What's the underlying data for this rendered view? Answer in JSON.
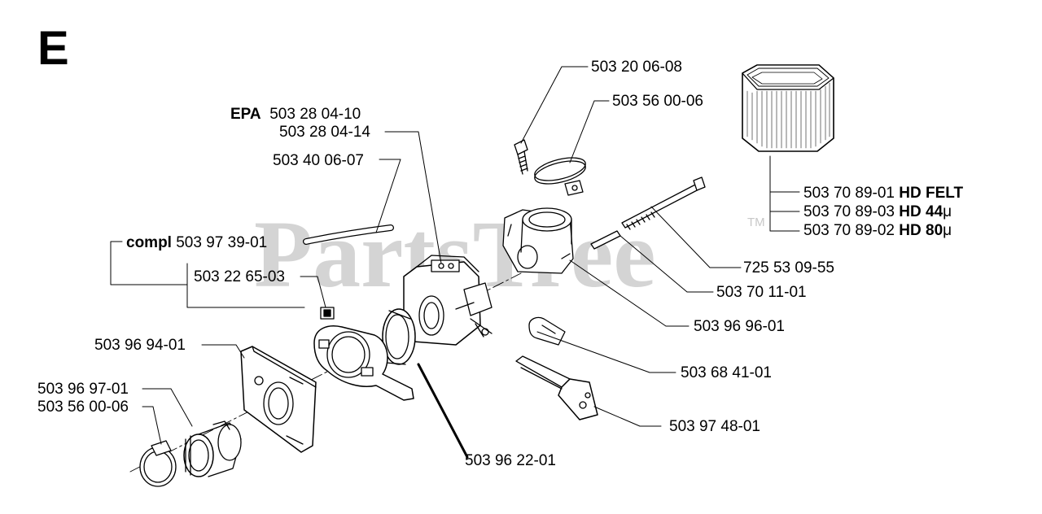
{
  "diagram": {
    "section_letter": "E",
    "watermark": {
      "text": "PartsTree",
      "trademark": "TM"
    },
    "labels": [
      {
        "id": "l1",
        "prefix": "",
        "code": "503 20 06-08",
        "suffix": ""
      },
      {
        "id": "l2",
        "prefix": "",
        "code": "503 56 00-06",
        "suffix": ""
      },
      {
        "id": "l3",
        "prefix": "EPA",
        "code": "503 28 04-10",
        "suffix": ""
      },
      {
        "id": "l4",
        "prefix": "",
        "code": "503 28 04-14",
        "suffix": ""
      },
      {
        "id": "l5",
        "prefix": "",
        "code": "503 40 06-07",
        "suffix": ""
      },
      {
        "id": "l6",
        "prefix": "compl",
        "code": "503 97 39-01",
        "suffix": ""
      },
      {
        "id": "l7",
        "prefix": "",
        "code": "503 22 65-03",
        "suffix": ""
      },
      {
        "id": "l8",
        "prefix": "",
        "code": "503 70 89-01",
        "suffix": "HD FELT"
      },
      {
        "id": "l9",
        "prefix": "",
        "code": "503 70 89-03",
        "suffix": "HD 44",
        "unit": "μ"
      },
      {
        "id": "l10",
        "prefix": "",
        "code": "503 70 89-02",
        "suffix": "HD 80",
        "unit": "μ"
      },
      {
        "id": "l11",
        "prefix": "",
        "code": "725 53 09-55",
        "suffix": ""
      },
      {
        "id": "l12",
        "prefix": "",
        "code": "503 70 11-01",
        "suffix": ""
      },
      {
        "id": "l13",
        "prefix": "",
        "code": "503 96 96-01",
        "suffix": ""
      },
      {
        "id": "l14",
        "prefix": "",
        "code": "503 96 94-01",
        "suffix": ""
      },
      {
        "id": "l15",
        "prefix": "",
        "code": "503 68 41-01",
        "suffix": ""
      },
      {
        "id": "l16",
        "prefix": "",
        "code": "503 96 97-01",
        "suffix": ""
      },
      {
        "id": "l17",
        "prefix": "",
        "code": "503 56 00-06",
        "suffix": ""
      },
      {
        "id": "l18",
        "prefix": "",
        "code": "503 97 48-01",
        "suffix": ""
      },
      {
        "id": "l19",
        "prefix": "",
        "code": "503 96 22-01",
        "suffix": ""
      }
    ]
  }
}
